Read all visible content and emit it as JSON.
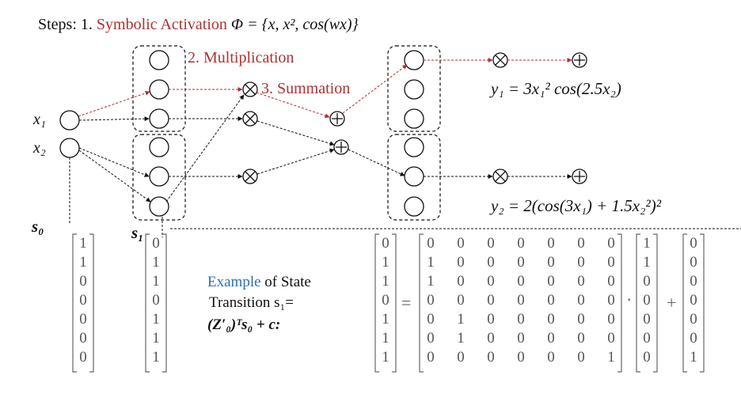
{
  "header": {
    "prefix": "Steps: 1.",
    "step1": "Symbolic Activation",
    "step1_formula": "Φ = {x, x², cos(wx)}",
    "step2": "2. Multiplication",
    "step3": "3. Summation"
  },
  "inputs": {
    "x1": "x₁",
    "x2": "x₂"
  },
  "outputs": {
    "y1": "y₁ = 3x₁² cos(2.5x₂)",
    "y2": "y₂ = 2(cos(3x₁) + 1.5x₂²)²"
  },
  "states": {
    "s0": "s₀",
    "s1": "s₁"
  },
  "example": {
    "word": "Example",
    "line1_rest": " of State",
    "line2": "Transition  s₁=",
    "line3": "(Z′₀)ᵀs₀ + c:"
  },
  "operators": {
    "times": "⊗",
    "plus": "⊕",
    "equals": "=",
    "dot": "·",
    "add": "+"
  },
  "vectors": {
    "s0": [
      "1",
      "1",
      "0",
      "0",
      "0",
      "0",
      "0"
    ],
    "s1_left": [
      "0",
      "1",
      "1",
      "0",
      "1",
      "1",
      "1"
    ],
    "s1_right": [
      "0",
      "1",
      "1",
      "0",
      "1",
      "1",
      "1"
    ],
    "multiplier": [
      "1",
      "1",
      "0",
      "0",
      "0",
      "0",
      "0"
    ],
    "c": [
      "0",
      "0",
      "0",
      "0",
      "0",
      "0",
      "1"
    ]
  },
  "matrix_Z": [
    [
      "0",
      "0",
      "0",
      "0",
      "0",
      "0",
      "0"
    ],
    [
      "1",
      "0",
      "0",
      "0",
      "0",
      "0",
      "0"
    ],
    [
      "1",
      "0",
      "0",
      "0",
      "0",
      "0",
      "0"
    ],
    [
      "0",
      "0",
      "0",
      "0",
      "0",
      "0",
      "0"
    ],
    [
      "0",
      "1",
      "0",
      "0",
      "0",
      "0",
      "0"
    ],
    [
      "0",
      "1",
      "0",
      "0",
      "0",
      "0",
      "0"
    ],
    [
      "0",
      "0",
      "0",
      "0",
      "0",
      "0",
      "1"
    ]
  ],
  "colors": {
    "red": "#b03030",
    "blue": "#2e6fb8"
  }
}
